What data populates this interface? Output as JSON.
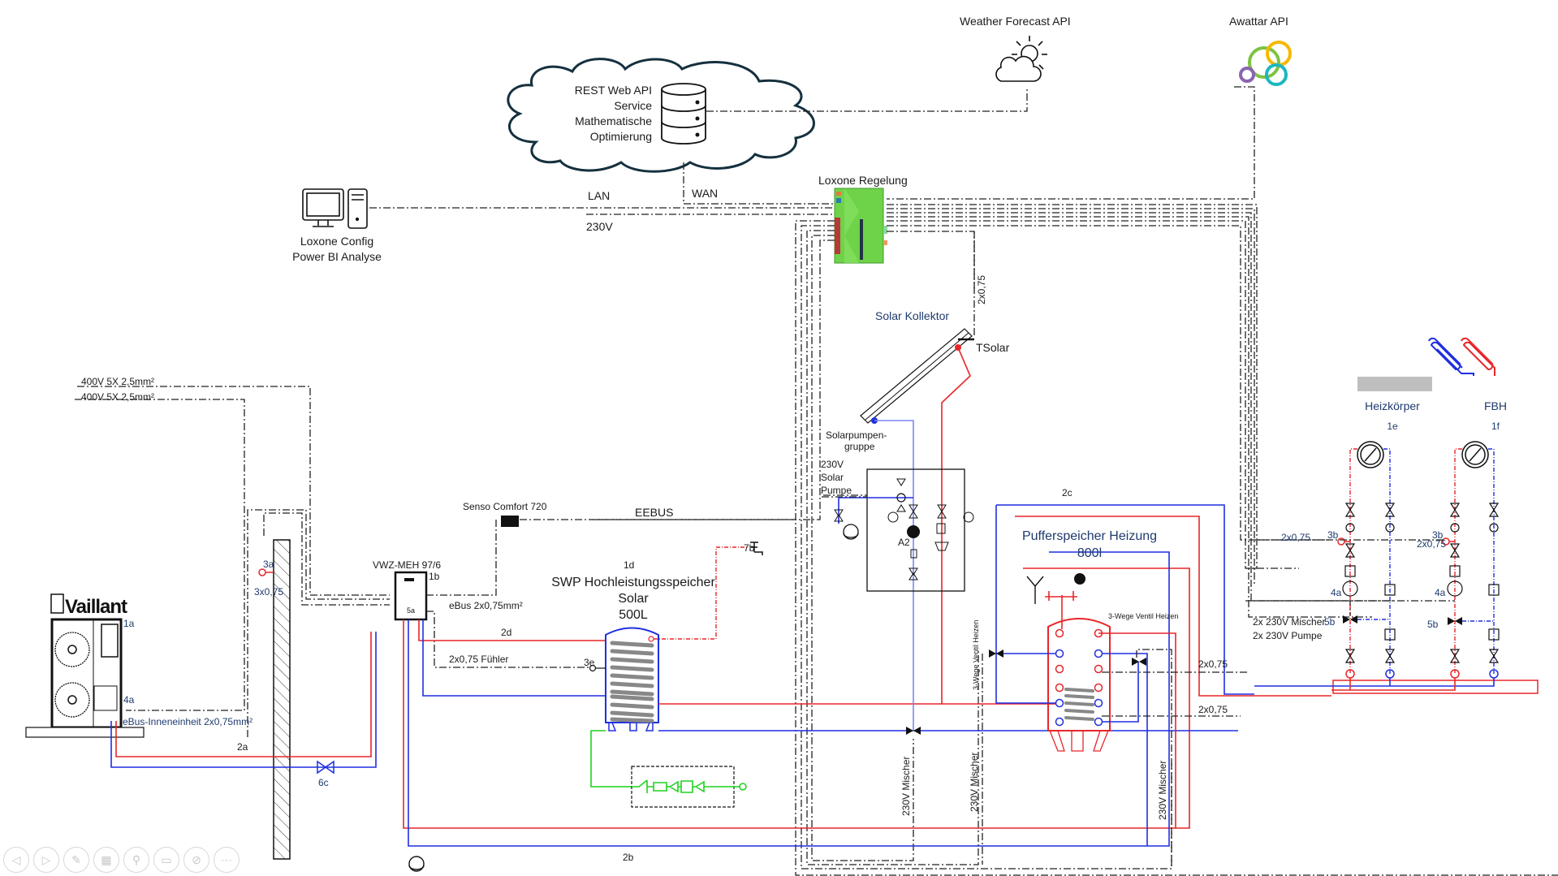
{
  "diagram": {
    "title": "Heating system schematic with Loxone control",
    "cloud": {
      "lines": [
        "REST Web API",
        "Service",
        "Mathematische",
        "Optimierung"
      ],
      "icon": "database-icon"
    },
    "weather_api": {
      "label": "Weather Forecast API",
      "icon": "sun-cloud-icon"
    },
    "awattar_api": {
      "label": "Awattar API",
      "icon": "awattar-logo"
    },
    "pc": {
      "lines": [
        "Loxone Config",
        "Power BI Analyse"
      ],
      "icon": "computer-icon"
    },
    "network": {
      "lan": "LAN",
      "wan": "WAN",
      "v230": "230V"
    },
    "loxone": {
      "label": "Loxone Regelung",
      "icon": "loxone-miniserver"
    },
    "power": {
      "line1": "400V 5X 2,5mm²",
      "line2": "400V 5X 2,5mm²"
    },
    "outdoor_unit": {
      "brand": "Vaillant",
      "id_1a": "1a",
      "id_4a": "4a",
      "ebus": "eBus-Inneneinheit 2x0,75mm²"
    },
    "wall_sensor": {
      "id": "3a",
      "cable": "3x0,75"
    },
    "indoor_unit": {
      "name": "VWZ-MEH 97/6",
      "id": "1b",
      "sub": "5a",
      "ebus": "eBus 2x0,75mm²"
    },
    "senso": {
      "label": "Senso Comfort 720",
      "bus": "EEBUS"
    },
    "dhw_tank": {
      "id": "1d",
      "lines": [
        "SWP Hochleistungsspeicher",
        "Solar",
        "500L"
      ],
      "sensor_id": "3e",
      "sensor_cable": "2x0,75 Fühler",
      "tap_id": "7b"
    },
    "pipes": {
      "p2a": "2a",
      "p2b": "2b",
      "p2c": "2c",
      "p2d": "2d",
      "valve_6c": "6c"
    },
    "solar": {
      "collector": "Solar Kollektor",
      "sensor": "TSolar",
      "cable": "2x0,75",
      "group_l1": "Solarpumpen-",
      "group_l2": "gruppe",
      "pump_l1": "230V",
      "pump_l2": "Solar",
      "pump_l3": "Pumpe",
      "pump_id": "A2"
    },
    "buffer": {
      "lines": [
        "Pufferspeicher Heizung",
        "800l"
      ],
      "valve_label": "3-Wege Ventil Heizen",
      "valve_label_v": "3-Wege Ventil Heizen",
      "cable1": "2x0,75",
      "cable2": "2x0,75"
    },
    "mixers": {
      "m1": "230V Mischer",
      "m2": "230V Mischer",
      "m3": "230V Mischer"
    },
    "circuits": {
      "heizkoerper": {
        "label": "Heizkörper",
        "id": "1e",
        "sensor": "3b",
        "pump": "4a",
        "mixer": "5b",
        "cable": "2x0,75"
      },
      "fbh": {
        "label": "FBH",
        "id": "1f",
        "sensor": "3b",
        "pump": "4a",
        "mixer": "5b",
        "cable": "2x0,75"
      },
      "power_l1": "2x 230V Mischer",
      "power_l2": "2x 230V Pumpe"
    },
    "colors": {
      "supply": "#e8262a",
      "return": "#1f2fe0",
      "water": "#1ed21e",
      "cable": "#222222",
      "loxone": "#6fd34a"
    }
  },
  "toolbar": {
    "buttons": [
      {
        "name": "previous-slide",
        "glyph": "◁"
      },
      {
        "name": "next-slide",
        "glyph": "▷"
      },
      {
        "name": "pen",
        "glyph": "✎"
      },
      {
        "name": "see-all-slides",
        "glyph": "▦"
      },
      {
        "name": "zoom",
        "glyph": "⚲"
      },
      {
        "name": "subtitles",
        "glyph": "▭"
      },
      {
        "name": "camera-off",
        "glyph": "⊘"
      },
      {
        "name": "more-options",
        "glyph": "⋯"
      }
    ]
  }
}
